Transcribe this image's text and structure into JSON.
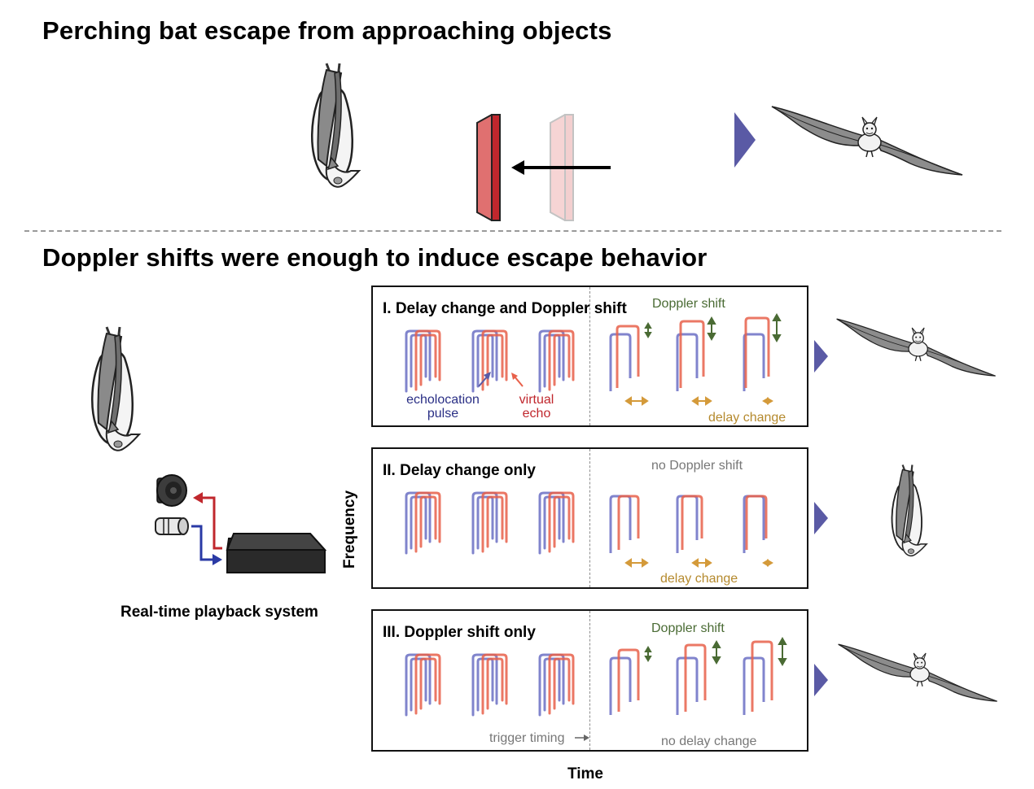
{
  "titles": {
    "top": "Perching bat escape from approaching objects",
    "bottom": "Doppler shifts were enough to induce escape behavior"
  },
  "panels": [
    {
      "title": "I. Delay change and Doppler shift",
      "doppler_label": "Doppler shift",
      "delay_label": "delay change",
      "pulse_label": [
        "echolocation",
        "pulse"
      ],
      "echo_label": [
        "virtual",
        "echo"
      ]
    },
    {
      "title": "II. Delay change only",
      "doppler_label": "no Doppler shift",
      "delay_label": "delay change"
    },
    {
      "title": "III. Doppler shift only",
      "doppler_label": "Doppler shift",
      "delay_label": "no delay change",
      "trigger_label": "trigger timing"
    }
  ],
  "axes": {
    "y": "Frequency",
    "x": "Time"
  },
  "system_label": "Real-time playback system",
  "colors": {
    "pulse": "#6b6fc4",
    "echo": "#e8604a",
    "doppler_arrow": "#4a6b34",
    "delay_arrow": "#d49a3a",
    "outcome_arrow": "#5a5aa5",
    "object": "#e07070"
  },
  "outcomes": [
    "flying-bat",
    "flying-bat",
    "perching-bat",
    "flying-bat"
  ]
}
